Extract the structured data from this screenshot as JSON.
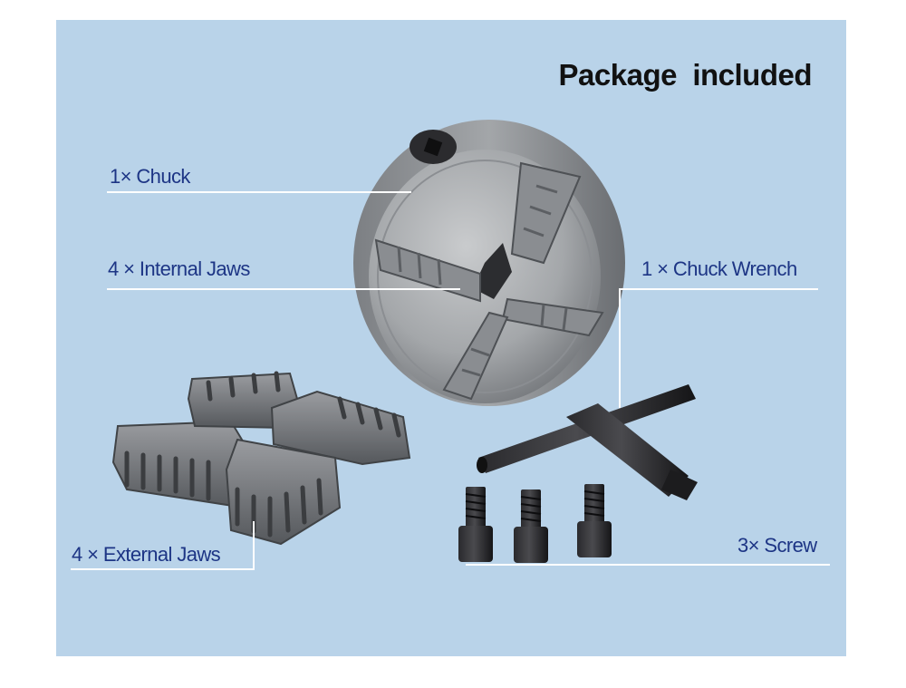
{
  "title": "Package  included",
  "labels": {
    "chuck": "1× Chuck",
    "internal_jaws": "4 × Internal Jaws",
    "chuck_wrench": "1 × Chuck Wrench",
    "external_jaws": "4 × External Jaws",
    "screw": "3× Screw"
  },
  "colors": {
    "background": "#b9d3e9",
    "label_text": "#1d3585",
    "title_text": "#111111",
    "metal": "#8f9297",
    "black_steel": "#1e1e20"
  }
}
